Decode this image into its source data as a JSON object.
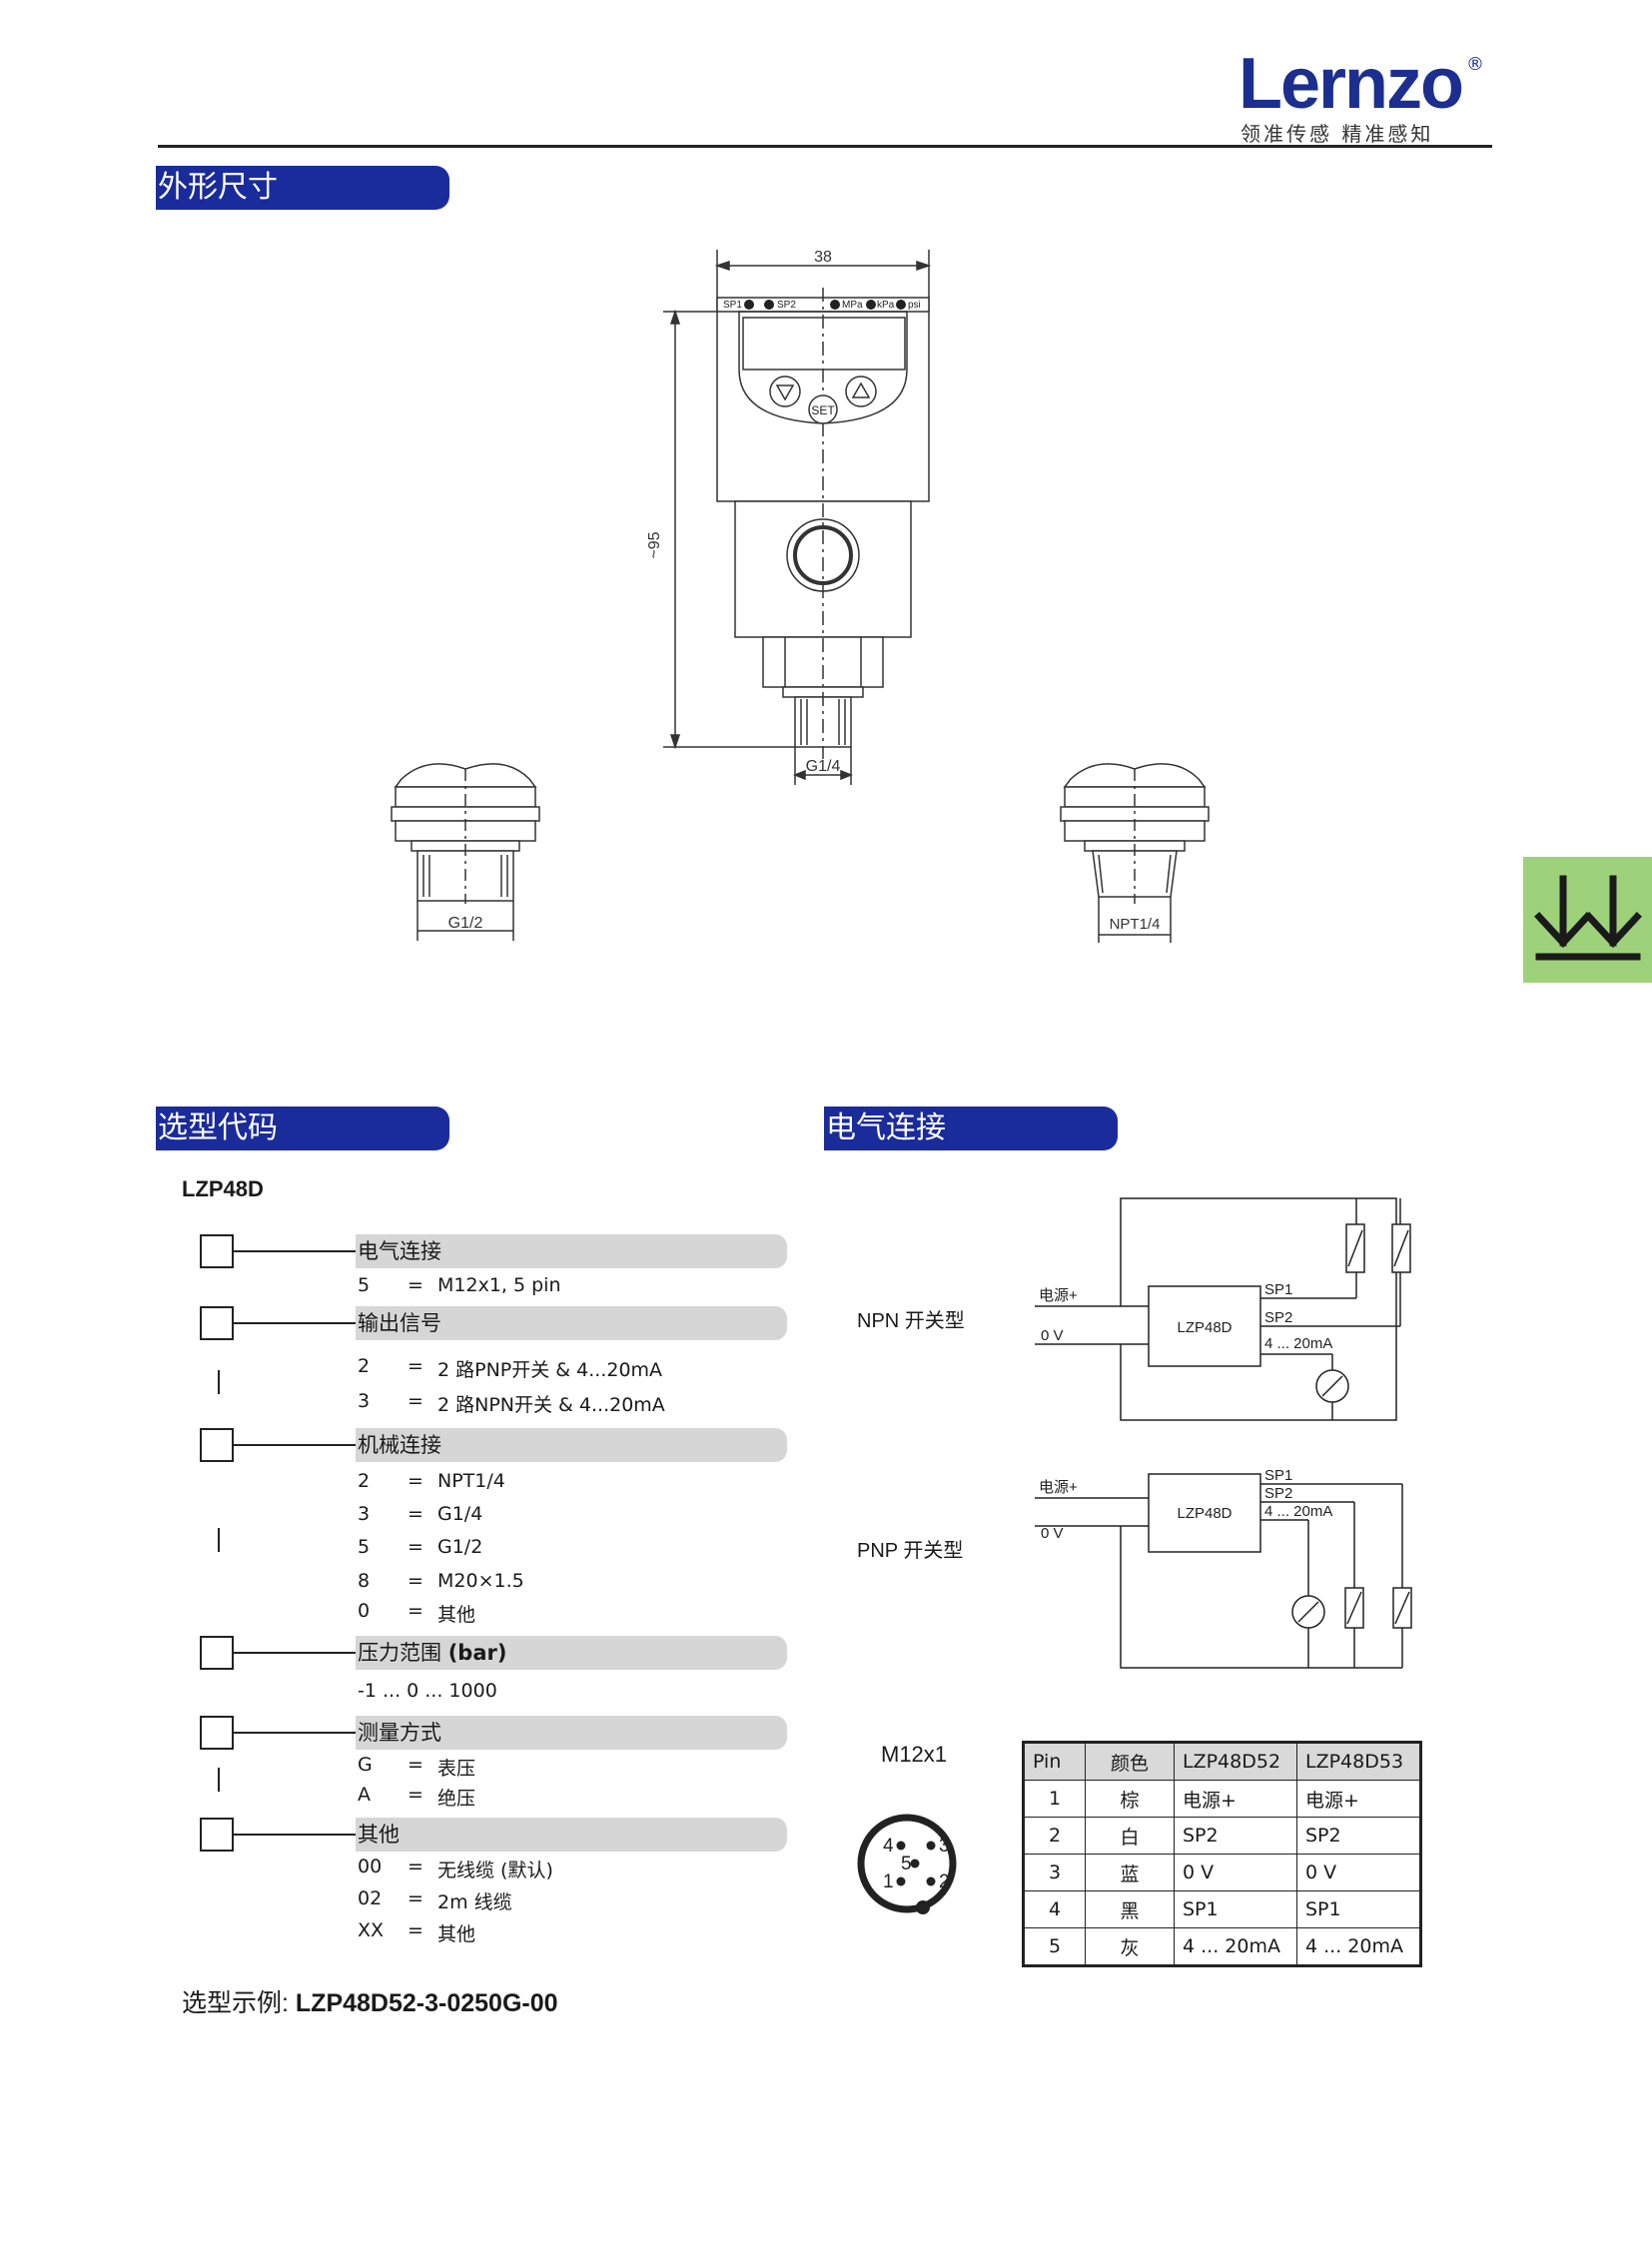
{
  "header": {
    "brand": "Lernzo",
    "registered": "®",
    "slogan": "领准传感  精准感知"
  },
  "sections": {
    "dimensions": "外形尺寸",
    "ordering": "选型代码",
    "electrical": "电气连接"
  },
  "drawing": {
    "width_dim": "38",
    "height_dim": "~95",
    "thread_main": "G1/4",
    "thread_left": "G1/2",
    "thread_right": "NPT1/4",
    "set_button": "SET",
    "indicators": [
      "SP1",
      "SP2",
      "MPa",
      "kPa",
      "psi"
    ]
  },
  "ordering": {
    "model": "LZP48D",
    "groups": [
      {
        "title": "电气连接",
        "options": [
          {
            "code": "5",
            "eq": "=",
            "value": "M12x1, 5 pin"
          }
        ]
      },
      {
        "title": "输出信号",
        "options": [
          {
            "code": "2",
            "eq": "=",
            "value": "2 路PNP开关 & 4...20mA"
          },
          {
            "code": "3",
            "eq": "=",
            "value": "2 路NPN开关 & 4...20mA"
          }
        ]
      },
      {
        "title": "机械连接",
        "options": [
          {
            "code": "2",
            "eq": "=",
            "value": "NPT1/4"
          },
          {
            "code": "3",
            "eq": "=",
            "value": "G1/4"
          },
          {
            "code": "5",
            "eq": "=",
            "value": "G1/2"
          },
          {
            "code": "8",
            "eq": "=",
            "value": "M20×1.5"
          },
          {
            "code": "0",
            "eq": "=",
            "value": "其他"
          }
        ]
      },
      {
        "title": "压力范围",
        "title_bold": "(bar)",
        "options": [
          {
            "code": "",
            "eq": "",
            "value": "-1 ... 0 ... 1000"
          }
        ]
      },
      {
        "title": "测量方式",
        "options": [
          {
            "code": "G",
            "eq": "=",
            "value": "表压"
          },
          {
            "code": "A",
            "eq": "=",
            "value": "绝压"
          }
        ]
      },
      {
        "title": "其他",
        "options": [
          {
            "code": "00",
            "eq": "=",
            "value": "无线缆 (默认)"
          },
          {
            "code": "02",
            "eq": "=",
            "value": "2m 线缆"
          },
          {
            "code": "XX",
            "eq": "=",
            "value": "其他"
          }
        ]
      }
    ],
    "example_label": "选型示例: ",
    "example_value": "LZP48D52-3-0250G-00"
  },
  "wiring": {
    "npn_label": "NPN 开关型",
    "pnp_label": "PNP 开关型",
    "device": "LZP48D",
    "power_plus": "电源+",
    "zero_v": "0 V",
    "sp1": "SP1",
    "sp2": "SP2",
    "analog": "4 ... 20mA"
  },
  "connector": {
    "label": "M12x1",
    "pins": [
      "1",
      "2",
      "3",
      "4",
      "5"
    ]
  },
  "pin_table": {
    "headers": [
      "Pin",
      "颜色",
      "LZP48D52",
      "LZP48D53"
    ],
    "rows": [
      [
        "1",
        "棕",
        "电源+",
        "电源+"
      ],
      [
        "2",
        "白",
        "SP2",
        "SP2"
      ],
      [
        "3",
        "蓝",
        "0 V",
        "0 V"
      ],
      [
        "4",
        "黑",
        "SP1",
        "SP1"
      ],
      [
        "5",
        "灰",
        "4 ... 20mA",
        "4 ... 20mA"
      ]
    ]
  },
  "side_tab_icon": "double-down-arrow-icon",
  "colors": {
    "brand_blue": "#1a2b9b",
    "tab_green": "#9ed27a",
    "group_gray": "#d6d6d6"
  }
}
